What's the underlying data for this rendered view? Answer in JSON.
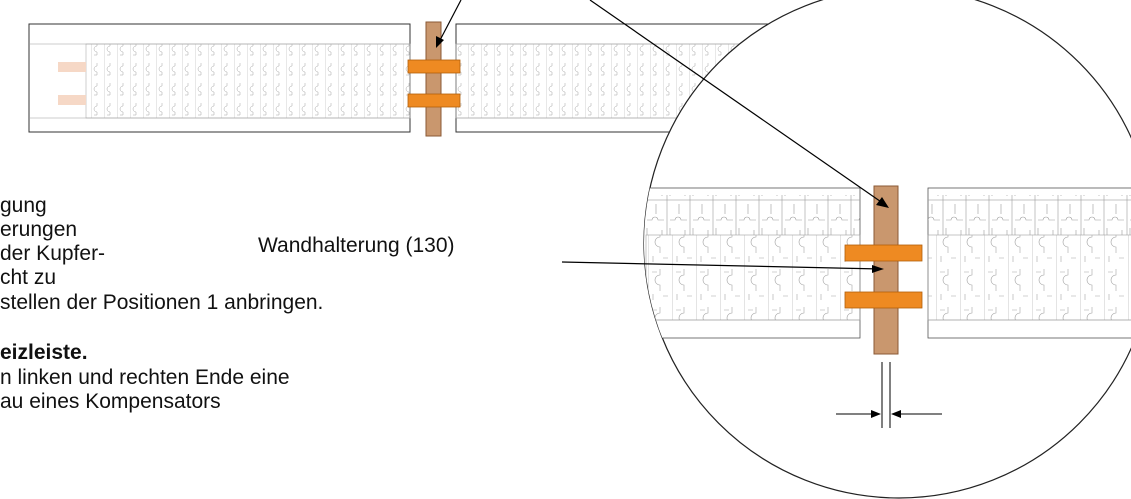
{
  "colors": {
    "copper_tube": "#c9976e",
    "copper_tube_edge": "#8a5a36",
    "clamp": "#ee8a22",
    "clamp_edge": "#b35f0a",
    "fin_line": "#9a9a9a",
    "outline": "#333333",
    "arrow": "#000000"
  },
  "callout": {
    "wall_bracket_label": "Wandhalterung (130)"
  },
  "body_text": {
    "line1": "gung",
    "line2": "erungen",
    "line3": "der Kupfer-",
    "line4": "cht zu",
    "line5": "stellen der Positionen 1 anbringen.",
    "heading": "eizleiste.",
    "line6": "n linken und rechten Ende eine",
    "line7": "au eines Kompensators"
  }
}
